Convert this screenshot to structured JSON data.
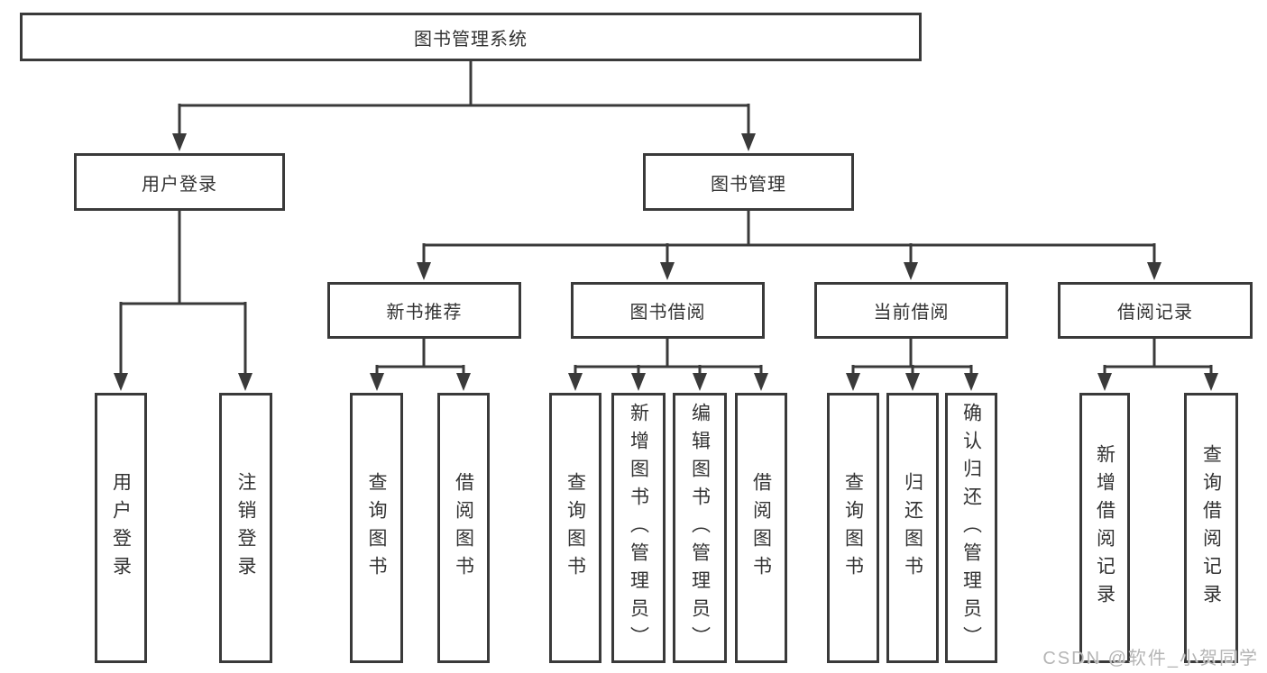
{
  "diagram": {
    "root": {
      "label": "图书管理系统"
    },
    "user_login": {
      "label": "用户登录",
      "children": {
        "login": {
          "label": "用户登录"
        },
        "logout": {
          "label": "注销登录"
        }
      }
    },
    "book_mgmt": {
      "label": "图书管理",
      "children": {
        "new_books": {
          "label": "新书推荐",
          "children": {
            "query_books": {
              "label": "查询图书"
            },
            "borrow_books": {
              "label": "借阅图书"
            }
          }
        },
        "book_borrow": {
          "label": "图书借阅",
          "children": {
            "query_books": {
              "label": "查询图书"
            },
            "add_books": {
              "label": "新增图书（管理员）"
            },
            "edit_books": {
              "label": "编辑图书（管理员）"
            },
            "borrow_books": {
              "label": "借阅图书"
            }
          }
        },
        "current_borrow": {
          "label": "当前借阅",
          "children": {
            "query_books": {
              "label": "查询图书"
            },
            "return_books": {
              "label": "归还图书"
            },
            "confirm_return": {
              "label": "确认归还（管理员）"
            }
          }
        },
        "borrow_records": {
          "label": "借阅记录",
          "children": {
            "add_record": {
              "label": "新增借阅记录"
            },
            "query_record": {
              "label": "查询借阅记录"
            }
          }
        }
      }
    },
    "watermark": "CSDN @软件_小贺同学",
    "colors": {
      "line": "#3a3a3a",
      "text": "#333333",
      "watermark": "#b5b5b5"
    }
  }
}
